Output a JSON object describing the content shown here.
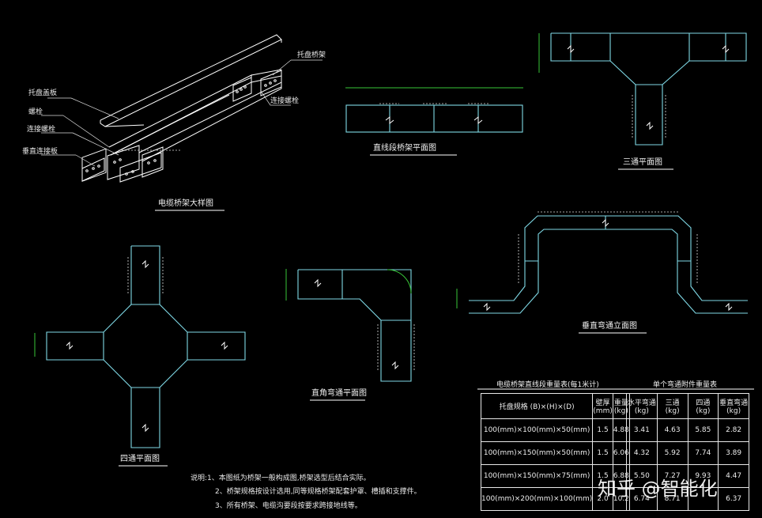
{
  "iso": {
    "title": "电缆桥架大样图",
    "labels": [
      "托盘盖板",
      "螺栓",
      "连接螺栓",
      "垂直连接板",
      "托盘桥架",
      "连接螺栓"
    ]
  },
  "straight": {
    "title": "直线段桥架平面图"
  },
  "tee": {
    "title": "三通平面图"
  },
  "cross": {
    "title": "四通平面图"
  },
  "elbow": {
    "title": "直角弯通平面图"
  },
  "vertical": {
    "title": "垂直弯通立面图"
  },
  "notes": {
    "line1": "说明:1、本图纸为桥架一般构成图,桥架选型后结合实际。",
    "line2": "2、桥架规格按设计选用,同等规格桥架配套护罩、槽插和支撑件。",
    "line3": "3、所有桥架、电缆沟要段按要求跨接地线等。"
  },
  "table1": {
    "title": "电缆桥架直线段重量表(每1米计)",
    "header": [
      "托盘规格 (B)×(H)×(D)",
      "壁厚 (mm)",
      "重量 (kg)"
    ],
    "rows": [
      [
        "100(mm)×100(mm)×50(mm)",
        "1.5",
        "4.88"
      ],
      [
        "100(mm)×150(mm)×50(mm)",
        "1.5",
        "6.06"
      ],
      [
        "100(mm)×150(mm)×75(mm)",
        "1.5",
        "6.88"
      ],
      [
        "100(mm)×200(mm)×100(mm)",
        "2.0",
        "10.2"
      ]
    ]
  },
  "table2": {
    "title": "单个弯通附件重量表",
    "header": [
      "水平弯通 (kg)",
      "三通 (kg)",
      "四通 (kg)",
      "垂直弯通 (kg)"
    ],
    "rows": [
      [
        "3.41",
        "4.63",
        "5.85",
        "2.82"
      ],
      [
        "4.32",
        "5.92",
        "7.74",
        "3.89"
      ],
      [
        "5.50",
        "7.27",
        "9.93",
        "4.47"
      ],
      [
        "6.74",
        "8.71",
        "",
        "6.37"
      ]
    ]
  },
  "watermark": "知乎 @智能化",
  "colors": {
    "outline": "#7fd9e6",
    "frame": "#ffffff",
    "dim": "#39c639",
    "text": "#e8e8e8"
  }
}
